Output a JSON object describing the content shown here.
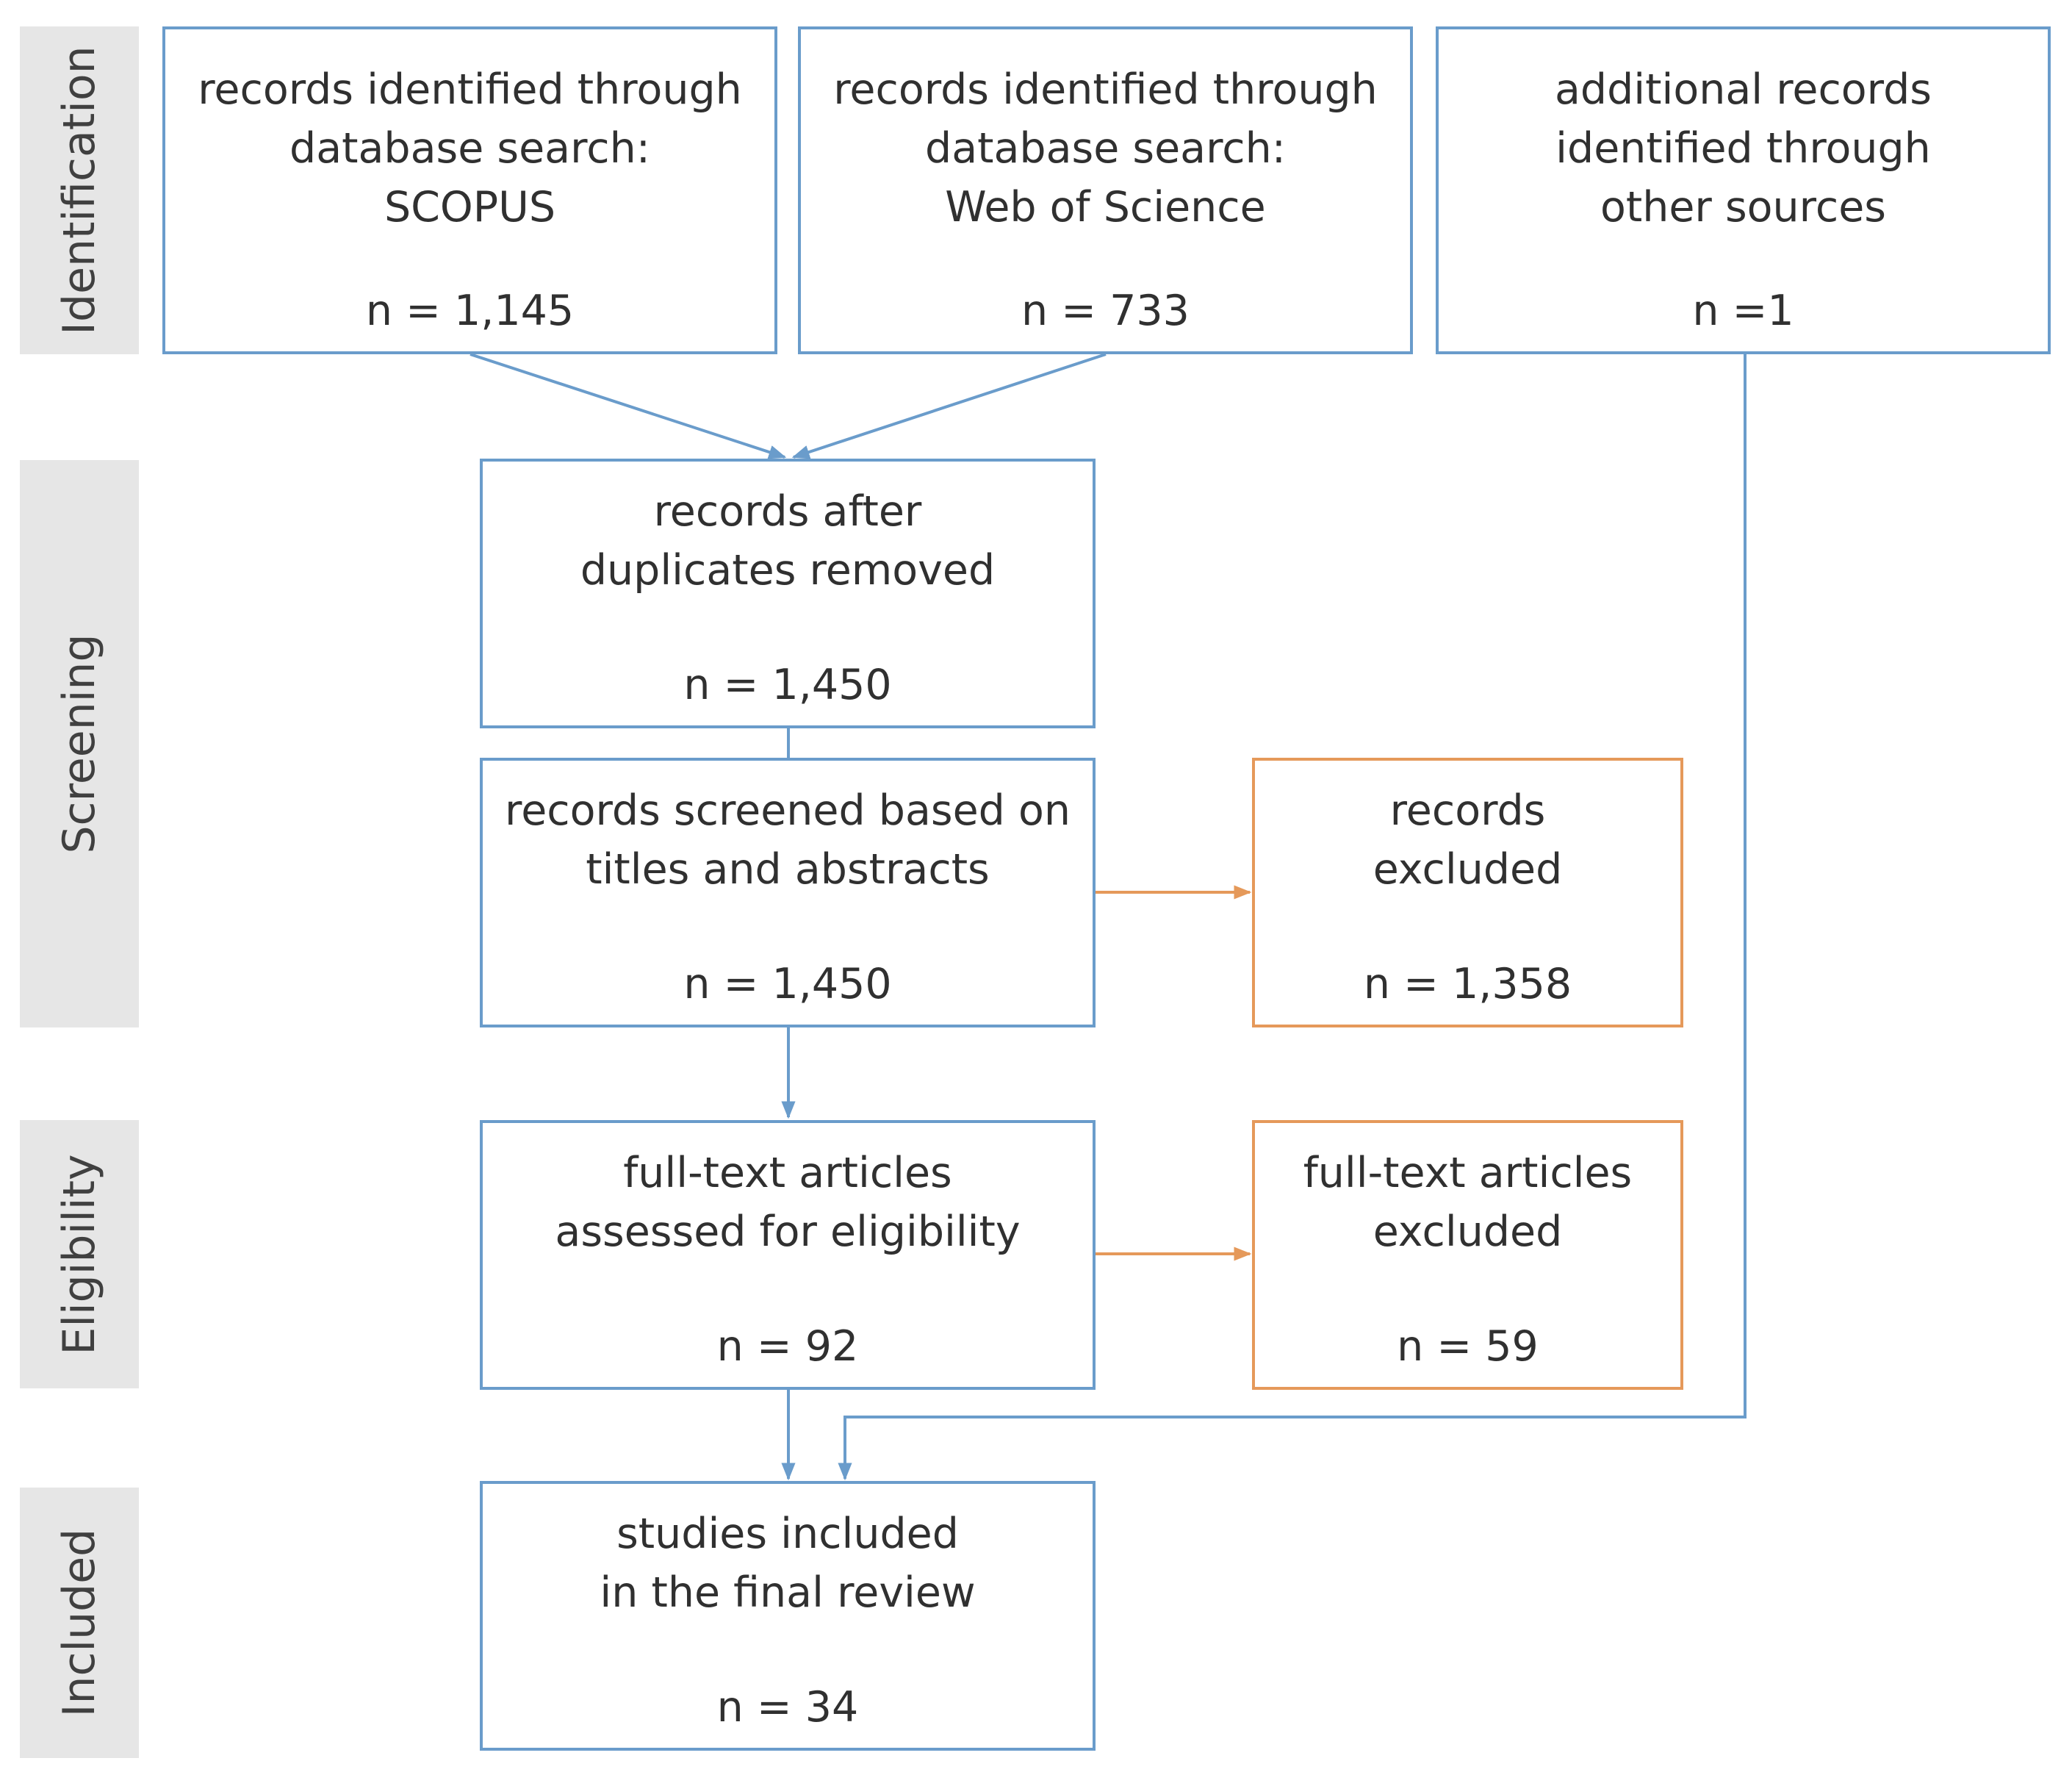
{
  "phases": {
    "identification": "Identification",
    "screening": "Screening",
    "eligibility": "Eligibility",
    "included": "Included"
  },
  "boxes": {
    "scopus": {
      "lines": [
        "records identified through",
        "database search:",
        "SCOPUS"
      ],
      "count": "n = 1,145"
    },
    "wos": {
      "lines": [
        "records identified through",
        "database search:",
        "Web of Science"
      ],
      "count": "n = 733"
    },
    "other": {
      "lines": [
        "additional records",
        "identified through",
        "other sources"
      ],
      "count": "n =1"
    },
    "deduplicated": {
      "lines": [
        "records after",
        "duplicates removed"
      ],
      "count": "n = 1,450"
    },
    "screened": {
      "lines": [
        "records screened based on",
        "titles and abstracts"
      ],
      "count": "n = 1,450"
    },
    "excluded_screening": {
      "lines": [
        "records",
        "excluded"
      ],
      "count": "n = 1,358"
    },
    "fulltext_assessed": {
      "lines": [
        "full-text articles",
        "assessed for eligibility"
      ],
      "count": "n = 92"
    },
    "fulltext_excluded": {
      "lines": [
        "full-text articles",
        "excluded"
      ],
      "count": "n = 59"
    },
    "included": {
      "lines": [
        "studies included",
        "in the final review"
      ],
      "count": "n = 34"
    }
  },
  "colors": {
    "flow": "#6a9ccb",
    "excluded": "#e5995a",
    "phase_bg": "#e6e6e6"
  }
}
